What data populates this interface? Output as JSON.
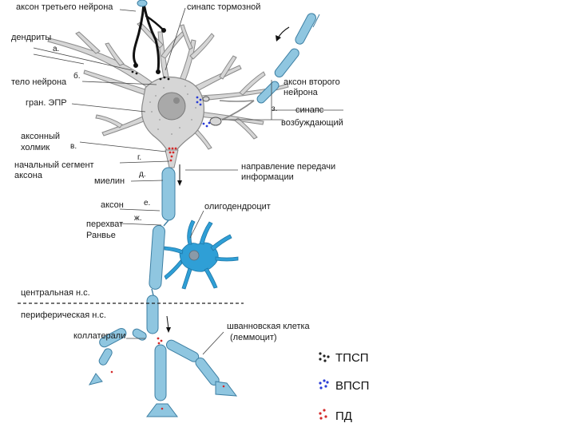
{
  "labels": {
    "axon_third": "аксон третьего нейрона",
    "synapse_inhib": "синапс тормозной",
    "dendrites": "дендриты",
    "letter_a": "а.",
    "soma": "тело нейрона",
    "letter_b": "б.",
    "er": "гран. ЭПР",
    "axon_second_1": "аксон второго",
    "axon_second_2": "нейрона",
    "letter_z": "з.",
    "synapse_exc_1": "синапс",
    "synapse_exc_2": "возбуждающий",
    "hillock_1": "аксонный",
    "hillock_2": "холмик",
    "letter_v": "в.",
    "letter_g": "г.",
    "initial_seg_1": "начальный сегмент",
    "initial_seg_2": "аксона",
    "direction_1": "направление передачи",
    "direction_2": "информации",
    "myelin": "миелин",
    "letter_d": "д.",
    "axon": "аксон",
    "letter_e": "е.",
    "letter_zh": "ж.",
    "node_1": "перехват",
    "node_2": "Ранвье",
    "oligo": "олигодендроцит",
    "cns": "центральная н.с.",
    "pns": "периферическая н.с.",
    "collaterals": "коллатерали",
    "schwann_1": "шванновская клетка",
    "schwann_2": "(леммоцит)"
  },
  "legend": [
    {
      "label": "ТПСП",
      "color": "#222222"
    },
    {
      "label": "ВПСП",
      "color": "#2a3cd6"
    },
    {
      "label": "ПД",
      "color": "#d42a2a"
    }
  ],
  "colors": {
    "soma_fill": "#d6d6d6",
    "myelin_fill": "#8fc6e0",
    "oligodendrocyte_fill": "#2f9fd6",
    "inhibitory_axon": "#111111"
  }
}
